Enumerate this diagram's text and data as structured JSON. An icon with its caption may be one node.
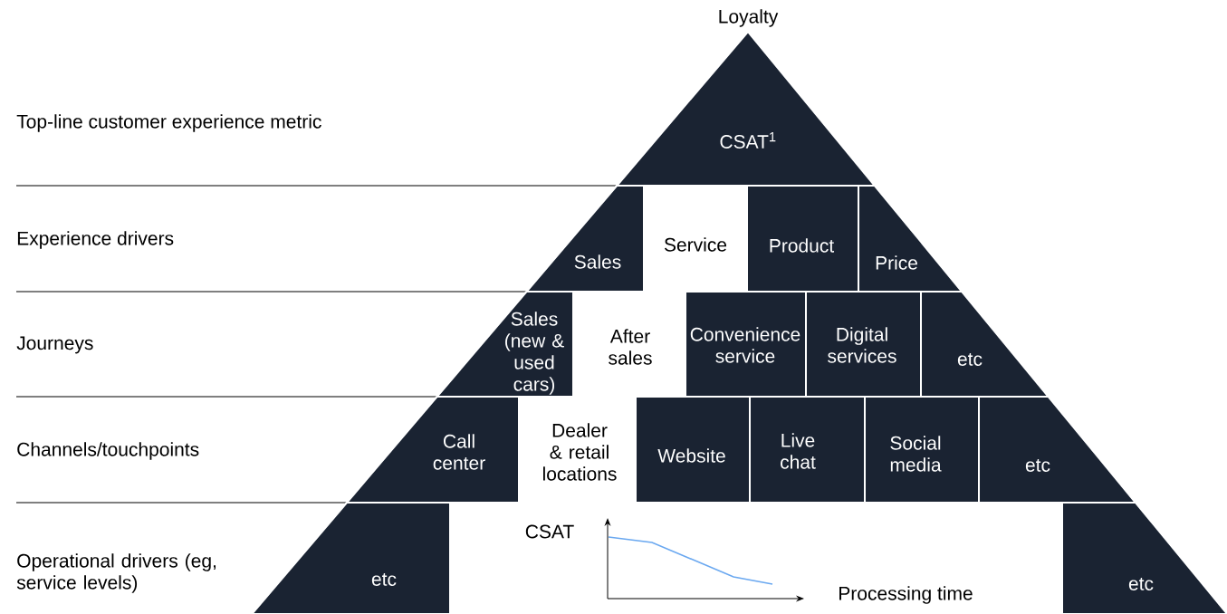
{
  "diagram": {
    "nodes": [
      {
        "text": [
          "CSAT$^{1}$"
        ]
      },
      {
        "text": [
          "Sales"
        ]
      },
      {
        "text": [
          "Service"
        ]
      },
      {
        "text": [
          "Product"
        ]
      },
      {
        "text": [
          "Price"
        ]
      },
      {
        "text": [
          "Sales (new & used cars)"
        ]
      },
      {
        "text": [
          "After sales"
        ]
      },
      {
        "text": [
          "Convenience service"
        ]
      },
      {
        "text": [
          "Digital services"
        ]
      },
      {
        "text": [
          "etc"
        ]
      },
      {
        "text": [
          "Call center"
        ]
      },
      {
        "text": [
          "Dealer & retail locations"
        ]
      },
      {
        "text": [
          "Website"
        ]
      },
      {
        "text": [
          "Live chat"
        ]
      },
      {
        "text": [
          "Social media"
        ]
      },
      {
        "text": [
          "etc"
        ]
      },
      {
        "text": [
          "etc"
        ]
      },
      {
        "text": [
          "etc"
        ]
      }
    ],
    "labels": [
      "Loyalty",
      "Top-line customer experience metric",
      "Experience drivers",
      "Journeys",
      "Channels/touchpoints",
      "Operational drivers (eg, service levels)",
      "CSAT",
      "Processing time"
    ]
  }
}
